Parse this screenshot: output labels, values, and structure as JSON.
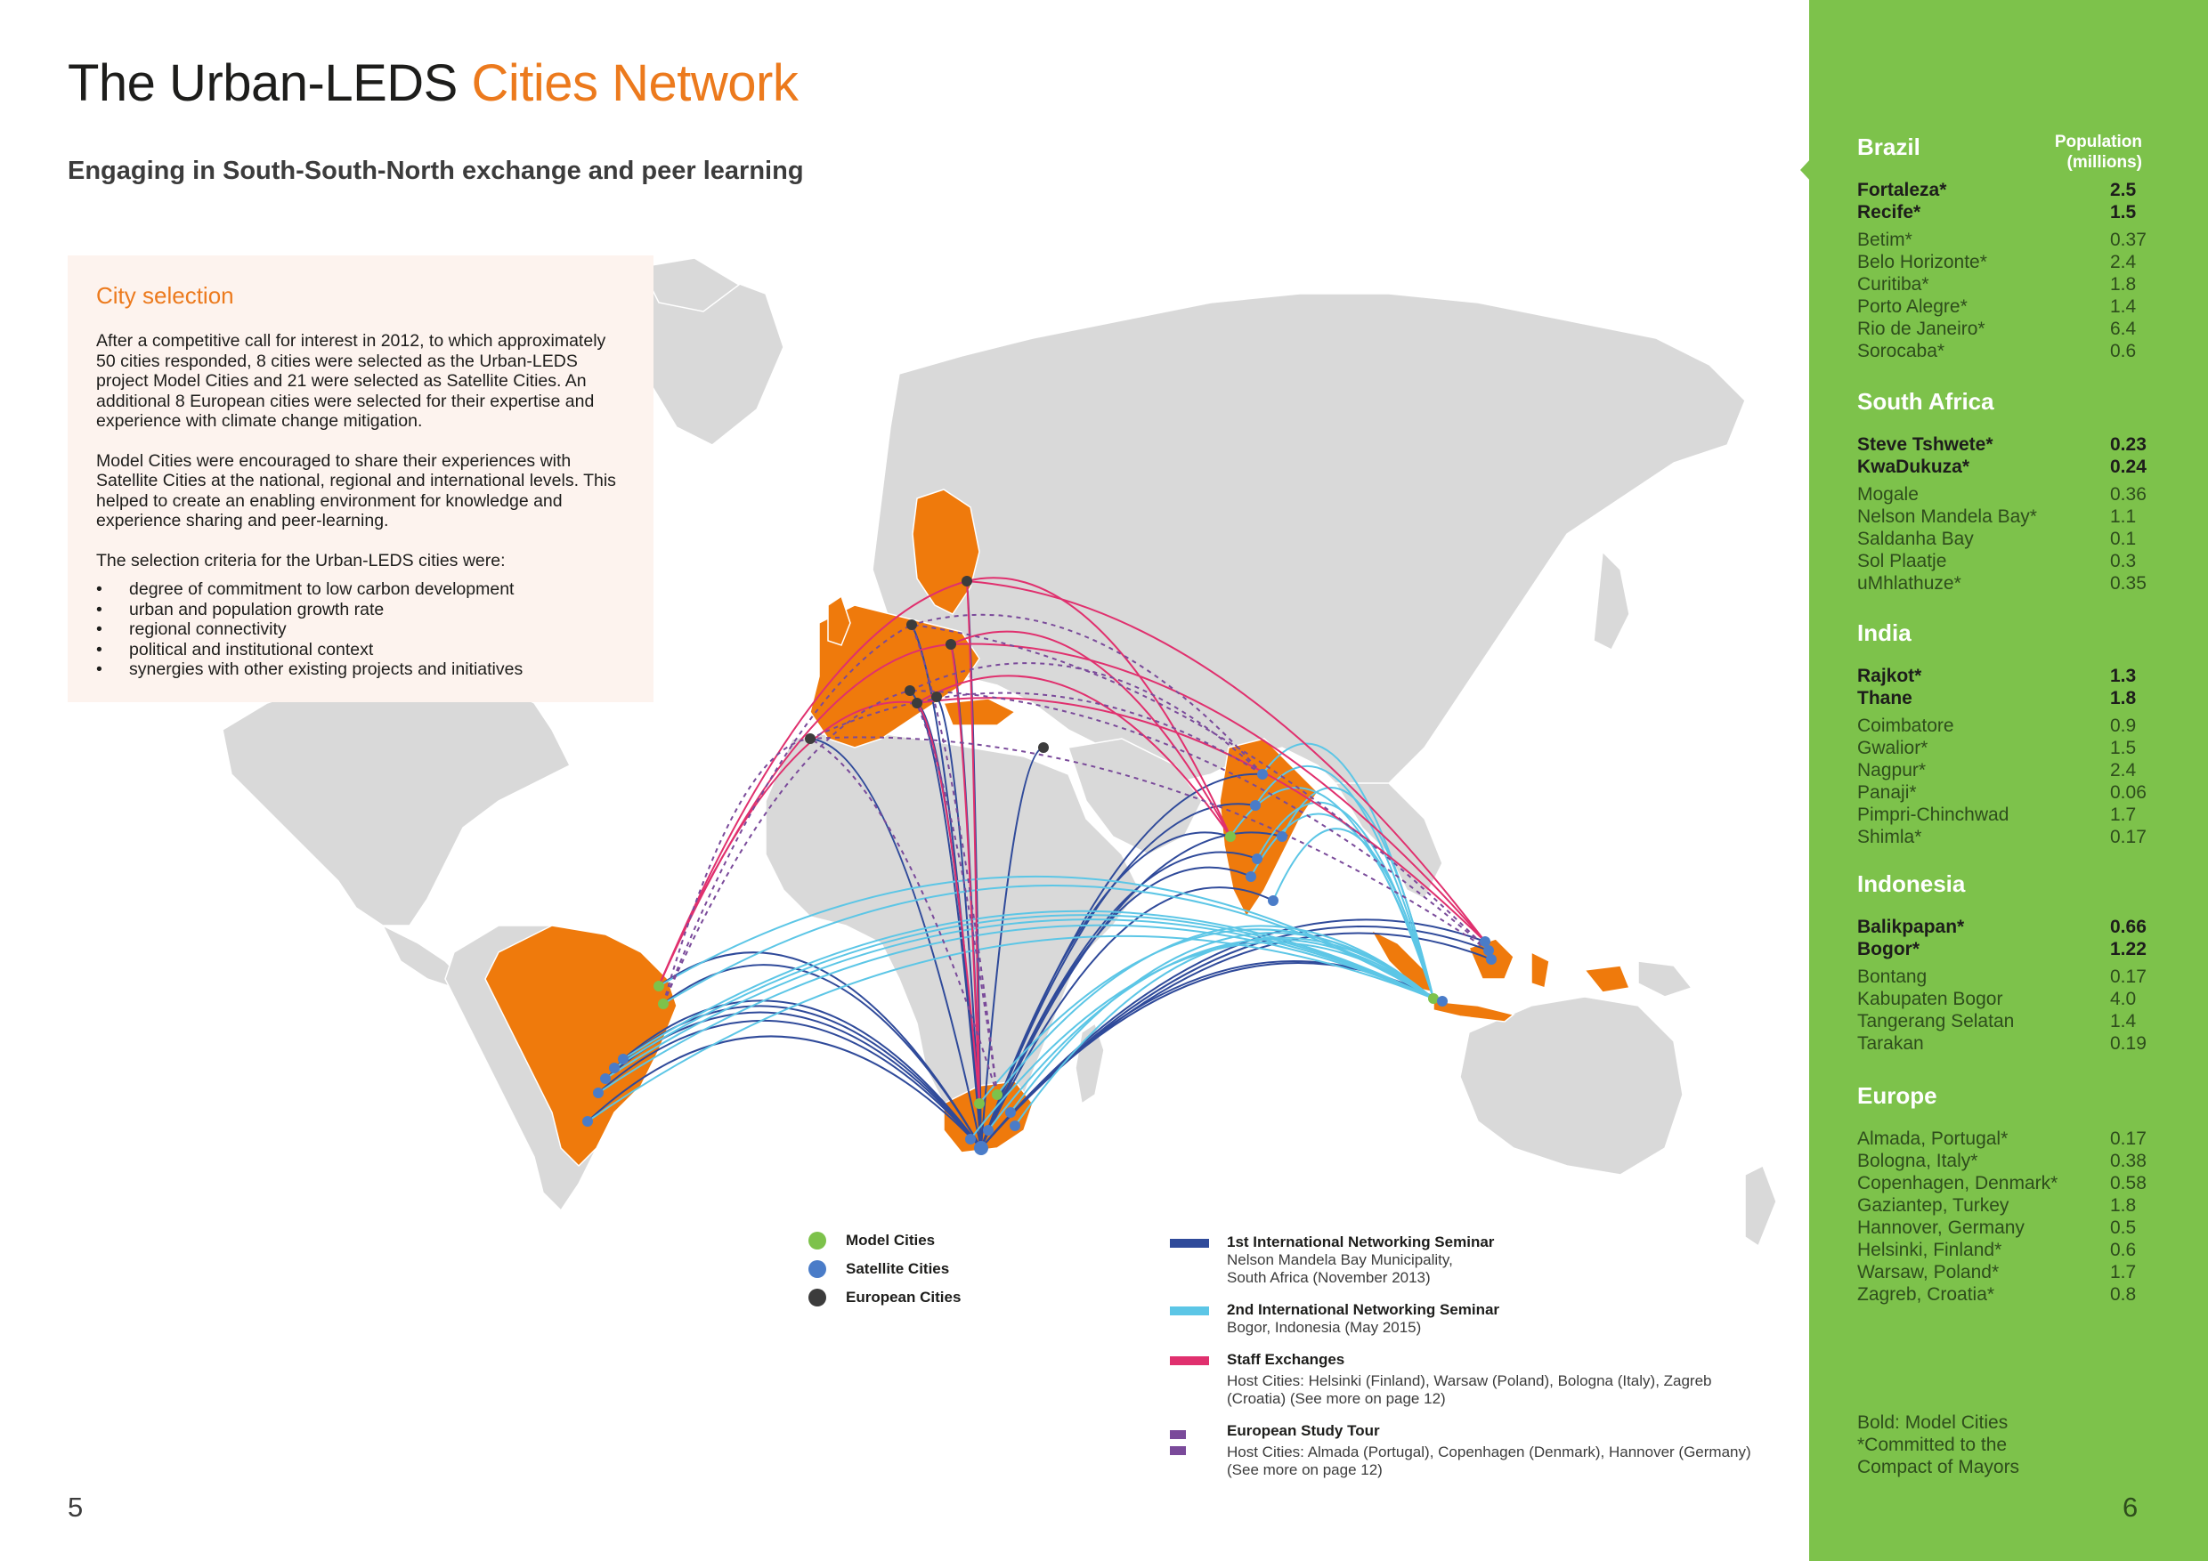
{
  "header": {
    "title_main": "The Urban-LEDS",
    "title_accent": "Cities Network",
    "subtitle": "Engaging in South-South-North exchange and peer learning"
  },
  "info_box": {
    "heading": "City selection",
    "para1": "After a competitive call for interest in 2012, to which approximately 50 cities responded, 8 cities were selected as the Urban-LEDS project Model Cities and 21 were selected as Satellite Cities. An additional 8 European cities were selected for their expertise and experience with climate change mitigation.",
    "para2": "Model Cities were encouraged to share their experiences with Satellite Cities at the national, regional and international levels. This helped to create an enabling environment for knowledge and experience sharing and peer-learning.",
    "para3": "The selection criteria for the Urban-LEDS cities were:",
    "criteria": [
      "degree of commitment to low carbon development",
      "urban and population growth rate",
      "regional connectivity",
      "political and institutional context",
      "synergies with other existing projects and initiatives"
    ]
  },
  "legend": {
    "dots": [
      {
        "label": "Model Cities",
        "color": "#7dc24b"
      },
      {
        "label": "Satellite Cities",
        "color": "#4a7cc8"
      },
      {
        "label": "European Cities",
        "color": "#3c3c3c"
      }
    ],
    "lines": [
      {
        "title": "1st International Networking Seminar",
        "sub1": "Nelson Mandela Bay Municipality,",
        "sub2": "South Africa (November 2013)",
        "color": "#2f4a9a"
      },
      {
        "title": "2nd International Networking Seminar",
        "sub1": "Bogor, Indonesia (May 2015)",
        "sub2": "",
        "color": "#5cc6e6"
      },
      {
        "title": "Staff Exchanges",
        "sub1": "Host Cities: Helsinki (Finland), Warsaw (Poland), Bologna (Italy),  Zagreb",
        "sub2": "(Croatia) (See more on page 12)",
        "color": "#e0306e"
      },
      {
        "title": "European Study Tour",
        "sub1": "Host Cities: Almada (Portugal), Copenhagen (Denmark), Hannover (Germany)",
        "sub2": "(See more on page 12)",
        "color": "#7a4a9a"
      }
    ]
  },
  "page_numbers": {
    "left": "5",
    "right": "6"
  },
  "sidebar": {
    "pop_header_line1": "Population",
    "pop_header_line2": "(millions)",
    "regions": [
      {
        "name": "Brazil",
        "model": [
          {
            "city": "Fortaleza*",
            "pop": "2.5"
          },
          {
            "city": "Recife*",
            "pop": "1.5"
          }
        ],
        "satellite": [
          {
            "city": "Betim*",
            "pop": "0.37"
          },
          {
            "city": "Belo Horizonte*",
            "pop": "2.4"
          },
          {
            "city": "Curitiba*",
            "pop": "1.8"
          },
          {
            "city": "Porto Alegre*",
            "pop": "1.4"
          },
          {
            "city": "Rio de Janeiro*",
            "pop": "6.4"
          },
          {
            "city": "Sorocaba*",
            "pop": "0.6"
          }
        ]
      },
      {
        "name": "South Africa",
        "model": [
          {
            "city": "Steve Tshwete*",
            "pop": "0.23"
          },
          {
            "city": "KwaDukuza*",
            "pop": "0.24"
          }
        ],
        "satellite": [
          {
            "city": "Mogale",
            "pop": "0.36"
          },
          {
            "city": "Nelson Mandela Bay*",
            "pop": "1.1"
          },
          {
            "city": "Saldanha Bay",
            "pop": "0.1"
          },
          {
            "city": "Sol Plaatje",
            "pop": "0.3"
          },
          {
            "city": "uMhlathuze*",
            "pop": "0.35"
          }
        ]
      },
      {
        "name": "India",
        "model": [
          {
            "city": "Rajkot*",
            "pop": "1.3"
          },
          {
            "city": "Thane",
            "pop": "1.8"
          }
        ],
        "satellite": [
          {
            "city": "Coimbatore",
            "pop": "0.9"
          },
          {
            "city": "Gwalior*",
            "pop": "1.5"
          },
          {
            "city": "Nagpur*",
            "pop": "2.4"
          },
          {
            "city": "Panaji*",
            "pop": "0.06"
          },
          {
            "city": "Pimpri-Chinchwad",
            "pop": "1.7"
          },
          {
            "city": "Shimla*",
            "pop": "0.17"
          }
        ]
      },
      {
        "name": "Indonesia",
        "model": [
          {
            "city": "Balikpapan*",
            "pop": "0.66"
          },
          {
            "city": "Bogor*",
            "pop": "1.22"
          }
        ],
        "satellite": [
          {
            "city": "Bontang",
            "pop": "0.17"
          },
          {
            "city": "Kabupaten Bogor",
            "pop": "4.0"
          },
          {
            "city": "Tangerang Selatan",
            "pop": "1.4"
          },
          {
            "city": "Tarakan",
            "pop": "0.19"
          }
        ]
      },
      {
        "name": "Europe",
        "model": [],
        "satellite": [
          {
            "city": "Almada, Portugal*",
            "pop": "0.17"
          },
          {
            "city": "Bologna, Italy*",
            "pop": "0.38"
          },
          {
            "city": "Copenhagen, Denmark*",
            "pop": "0.58"
          },
          {
            "city": "Gaziantep, Turkey",
            "pop": "1.8"
          },
          {
            "city": "Hannover, Germany",
            "pop": "0.5"
          },
          {
            "city": "Helsinki, Finland*",
            "pop": "0.6"
          },
          {
            "city": "Warsaw, Poland*",
            "pop": "1.7"
          },
          {
            "city": "Zagreb, Croatia*",
            "pop": "0.8"
          }
        ]
      }
    ],
    "note_line1": "Bold: Model Cities",
    "note_line2": "*Committed to the",
    "note_line3": "Compact of Mayors"
  },
  "colors": {
    "accent": "#ec7a1d",
    "sidebar": "#7dc24b",
    "land": "#d9d9d9",
    "highlight_land": "#ef7a0c"
  }
}
